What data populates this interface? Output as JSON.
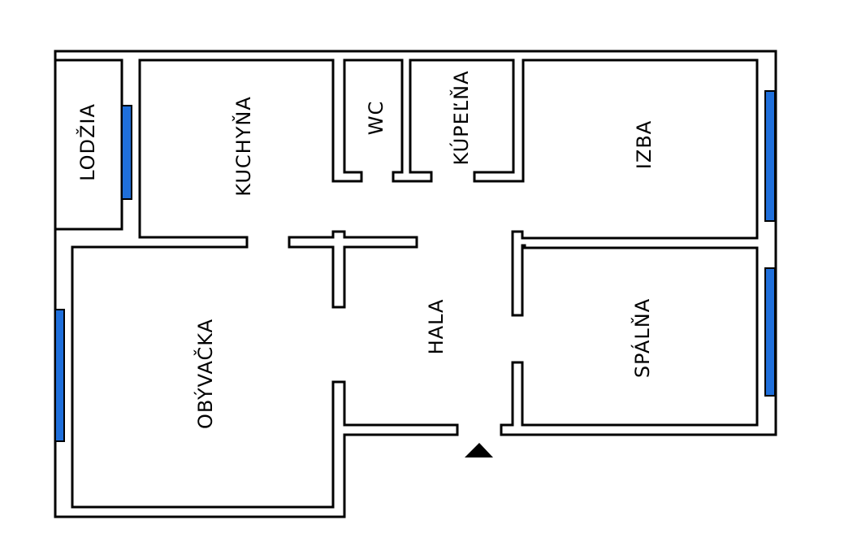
{
  "rooms": {
    "lodzia": "LODŽIA",
    "kuchyna": "KUCHYŇA",
    "wc": "WC",
    "kupelna": "KÚPEĽŇA",
    "izba": "IZBA",
    "obyvacka": "OBÝVAČKA",
    "hala": "HALA",
    "spalna": "SPÁLŇA"
  },
  "colors": {
    "window": "#1f6fdb",
    "wall": "#000000",
    "background": "#ffffff"
  },
  "icons": {
    "entrance": "entrance-arrow-icon"
  }
}
